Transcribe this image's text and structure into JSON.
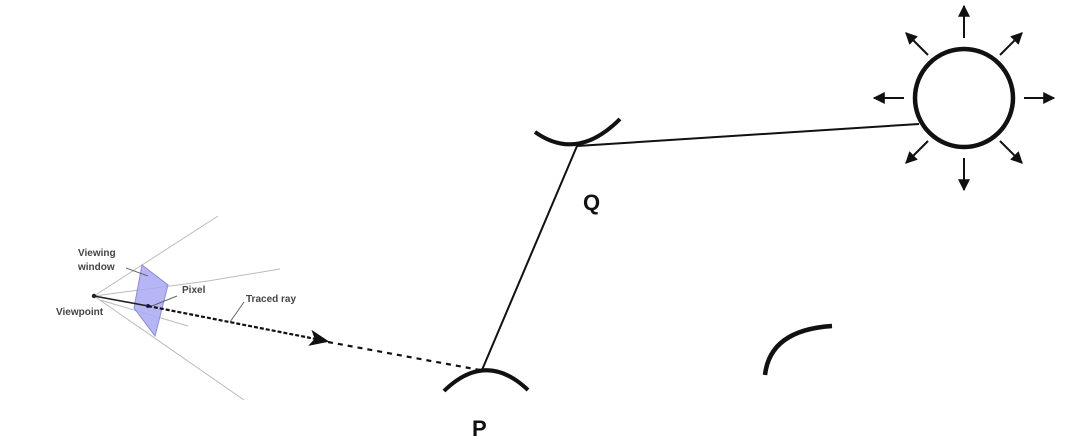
{
  "diagram": {
    "title": "Ray tracing: viewpoint, viewing window, traced ray, surfaces P and Q, light source",
    "labels": {
      "viewing_window_line1": "Viewing",
      "viewing_window_line2": "window",
      "pixel": "Pixel",
      "viewpoint": "Viewpoint",
      "traced_ray": "Traced ray",
      "point_q": "Q",
      "point_p": "P"
    },
    "colors": {
      "stroke": "#111111",
      "frustum": "#bbbbbb",
      "viewing_window_fill": "#a9a9f5",
      "viewing_window_stroke": "#8a8ae0"
    },
    "elements": [
      "viewpoint",
      "view-frustum-lines",
      "viewing-window",
      "pixel",
      "traced-ray",
      "surface-p",
      "surface-q",
      "secondary-surface",
      "light-source-sun",
      "ray-p-to-q",
      "ray-q-to-light"
    ]
  }
}
